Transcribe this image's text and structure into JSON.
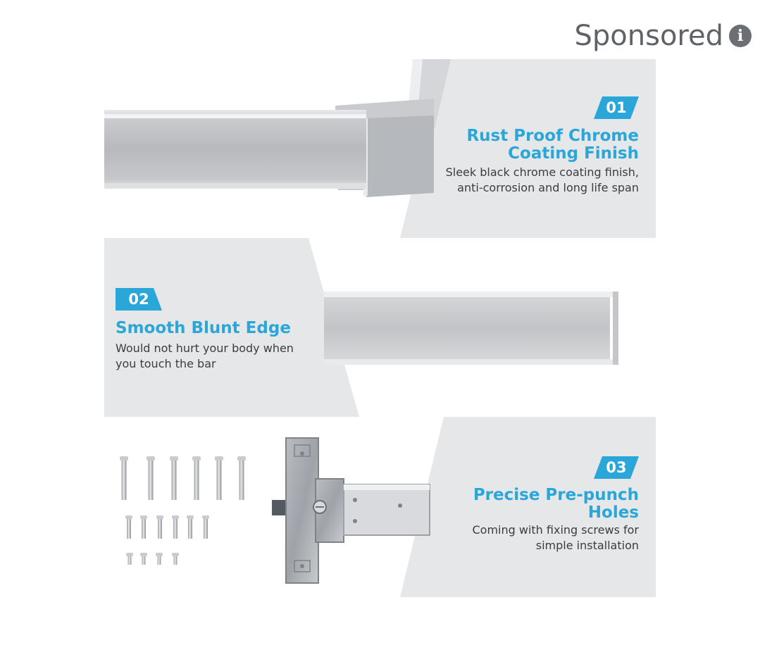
{
  "sponsored": {
    "label": "Sponsored",
    "icon": "info-icon"
  },
  "colors": {
    "accent": "#2aa6d8",
    "panel_bg": "#e6e7e9",
    "text": "#3c3c3c"
  },
  "features": [
    {
      "number": "01",
      "title_line1": "Rust Proof Chrome",
      "title_line2": "Coating Finish",
      "desc_line1": "Sleek black chrome coating finish,",
      "desc_line2": "anti-corrosion and long life span"
    },
    {
      "number": "02",
      "title_line1": "Smooth Blunt Edge",
      "desc_line1": "Would not hurt your body when",
      "desc_line2": "you touch the bar"
    },
    {
      "number": "03",
      "title_line1": "Precise Pre-punch",
      "title_line2": "Holes",
      "desc_line1": "Coming with fixing screws for",
      "desc_line2": "simple installation"
    }
  ]
}
